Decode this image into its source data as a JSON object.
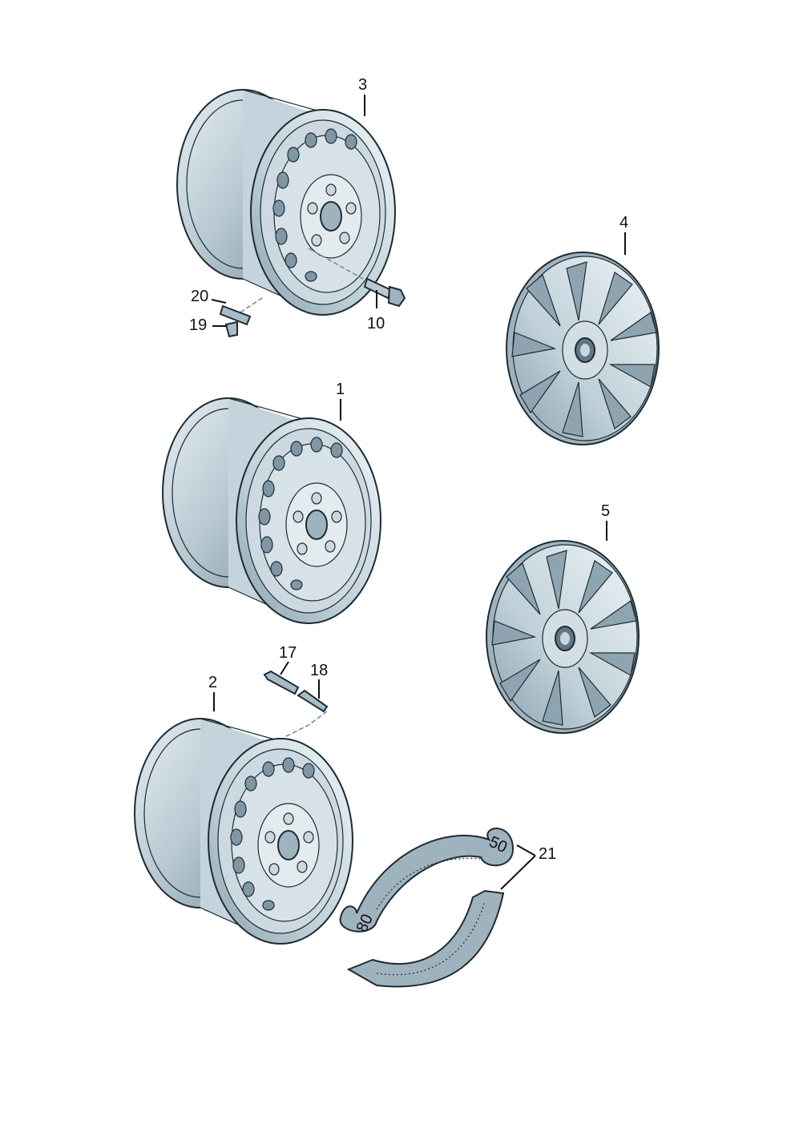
{
  "diagram": {
    "type": "exploded parts diagram - steel wheels and wheel covers",
    "callouts": {
      "wheel_top": "3",
      "hubcap_top": "4",
      "wheel_middle": "1",
      "hubcap_bottom": "5",
      "wheel_bottom": "2",
      "wheel_bolt": "10",
      "balance_weight_strip": "20",
      "balance_weight_clip": "19",
      "valve_17": "17",
      "valve_18": "18",
      "weight_strips": "21"
    },
    "strip_markings": [
      "50",
      "80"
    ],
    "colors": {
      "metal": "#a9bcc6",
      "metal_light": "#dbe6ec",
      "metal_dark": "#6f8794",
      "outline": "#1d2b33"
    }
  }
}
